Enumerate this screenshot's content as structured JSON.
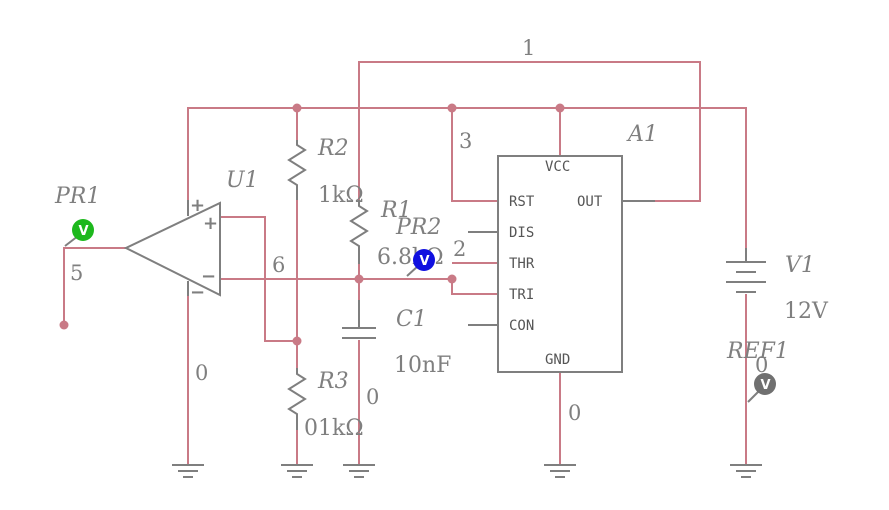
{
  "components": {
    "u1": {
      "ref": "U1"
    },
    "r1": {
      "ref": "R1",
      "value": "6.8kΩ"
    },
    "r2": {
      "ref": "R2",
      "value": "1kΩ"
    },
    "r3": {
      "ref": "R3",
      "value": "01kΩ"
    },
    "c1": {
      "ref": "C1",
      "value": "10nF"
    },
    "a1": {
      "ref": "A1"
    },
    "v1": {
      "ref": "V1",
      "value": "12V"
    },
    "pr1": {
      "ref": "PR1"
    },
    "pr2": {
      "ref": "PR2"
    },
    "ref1": {
      "ref": "REF1"
    }
  },
  "timer_pins": {
    "vcc": "VCC",
    "rst": "RST",
    "out": "OUT",
    "dis": "DIS",
    "thr": "THR",
    "tri": "TRI",
    "con": "CON",
    "gnd": "GND"
  },
  "opamp_signs": {
    "plus_in": "+",
    "minus_in": "−",
    "plus_supply": "+",
    "minus_supply": "−"
  },
  "nets": {
    "n1": "1",
    "n3": "3",
    "n2": "2",
    "n5": "5",
    "n6": "6",
    "gnd_u1": "0",
    "gnd_c1": "0",
    "gnd_a1": "0",
    "gnd_ref": "0"
  },
  "probe_letter": "V",
  "colors": {
    "wire": "#c97a86",
    "device": "#7f7f7f",
    "probe_pr1": "#1db81d",
    "probe_pr2": "#1010e0",
    "probe_ref1": "#707070"
  }
}
